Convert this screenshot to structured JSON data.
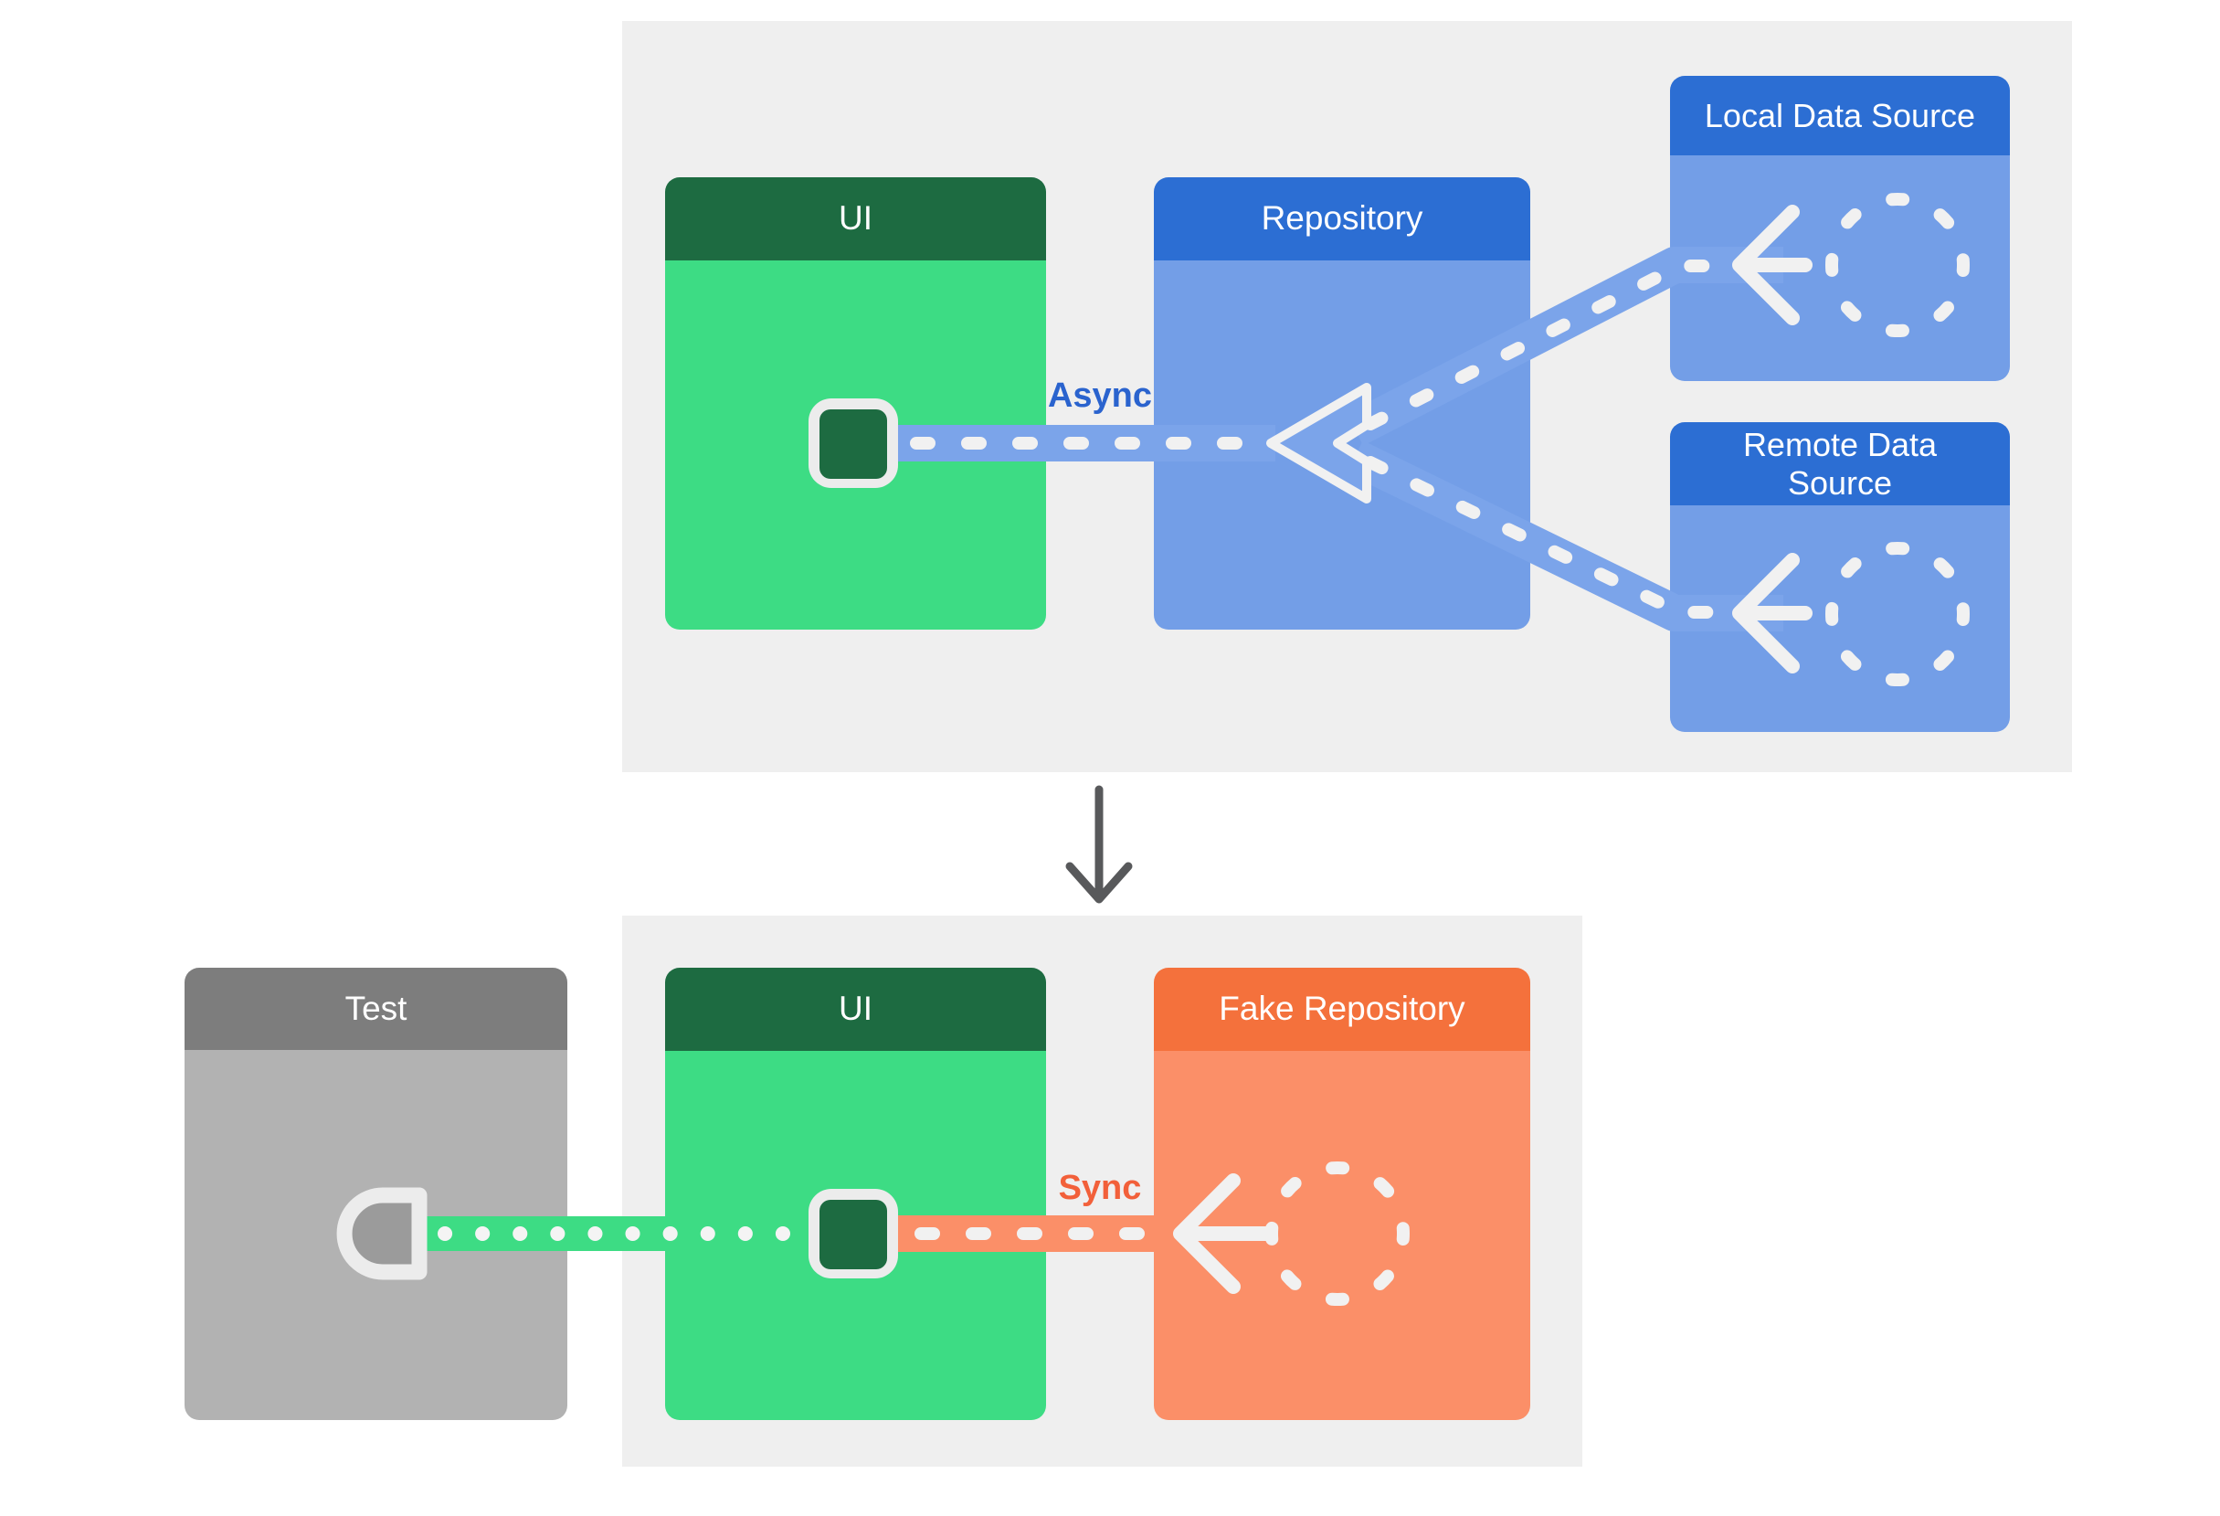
{
  "diagram": {
    "description_visible_text_only": true,
    "top_section": {
      "boxes": {
        "ui": {
          "label": "UI"
        },
        "repository": {
          "label": "Repository"
        },
        "local_data_source": {
          "label": "Local Data Source"
        },
        "remote_data_source": {
          "label": "Remote Data Source"
        }
      },
      "connection_label": "Async"
    },
    "bottom_section": {
      "boxes": {
        "test": {
          "label": "Test"
        },
        "ui": {
          "label": "UI"
        },
        "fake_repository": {
          "label": "Fake Repository"
        }
      },
      "connection_label": "Sync"
    },
    "icons": [
      "ui-component-icon",
      "triangle-merge-icon",
      "dashed-circle-icon",
      "arrow-left-icon",
      "arrow-down-icon",
      "test-socket-icon"
    ],
    "colors": {
      "panel_background": "#efefef",
      "ui_header_green": "#1d6b41",
      "ui_body_green": "#3ddc84",
      "repository_header_blue": "#2c6ed3",
      "repository_body_blue": "#739ee7",
      "connector_band_blue": "#7ba4ea",
      "test_header_gray": "#7d7d7d",
      "test_body_gray": "#b2b2b2",
      "test_socket_gray": "#9b9b9b",
      "fake_header_orange": "#f4713c",
      "fake_body_orange": "#fb8f68",
      "connector_white": "#f1f1f1",
      "async_label_blue": "#2a63ce",
      "sync_label_orange": "#f2603a",
      "down_arrow_gray": "#58595b"
    }
  }
}
